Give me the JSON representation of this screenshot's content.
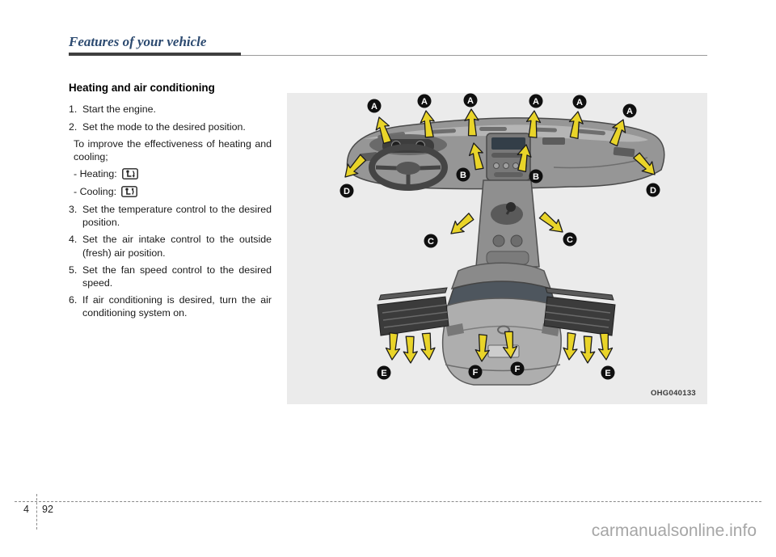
{
  "colors": {
    "arrow_yellow": "#e9d429",
    "header_blue": "#2c4a70",
    "figure_background": "#ebebeb"
  },
  "page": {
    "header_title": "Features of your vehicle",
    "footer": {
      "chapter_number": "4",
      "page_number": "92"
    },
    "watermark": "carmanualsonline.info"
  },
  "article": {
    "section_title": "Heating and air conditioning",
    "steps": [
      {
        "marker": "1.",
        "text": "Start the engine."
      },
      {
        "marker": "2.",
        "text": "Set the mode to the desired position."
      },
      {
        "marker": "3.",
        "text": "Set the temperature control to the desired position."
      },
      {
        "marker": "4.",
        "text": "Set the air intake control to the outside (fresh) air position."
      },
      {
        "marker": "5.",
        "text": "Set the fan speed control to the desired speed."
      },
      {
        "marker": "6.",
        "text": "If air conditioning is desired, turn the air conditioning system on."
      }
    ],
    "note_after_step2": "To improve the effectiveness of heating and cooling;",
    "heating_label": "- Heating:",
    "cooling_label": "- Cooling:",
    "heating_icon": "floor-airflow-icon",
    "cooling_icon": "face-airflow-icon"
  },
  "figure": {
    "caption": "OHG040133",
    "callouts": [
      {
        "label": "A"
      },
      {
        "label": "A"
      },
      {
        "label": "A"
      },
      {
        "label": "A"
      },
      {
        "label": "A"
      },
      {
        "label": "A"
      },
      {
        "label": "B"
      },
      {
        "label": "B"
      },
      {
        "label": "C"
      },
      {
        "label": "C"
      },
      {
        "label": "D"
      },
      {
        "label": "D"
      },
      {
        "label": "E"
      },
      {
        "label": "E"
      },
      {
        "label": "F"
      },
      {
        "label": "F"
      }
    ]
  }
}
